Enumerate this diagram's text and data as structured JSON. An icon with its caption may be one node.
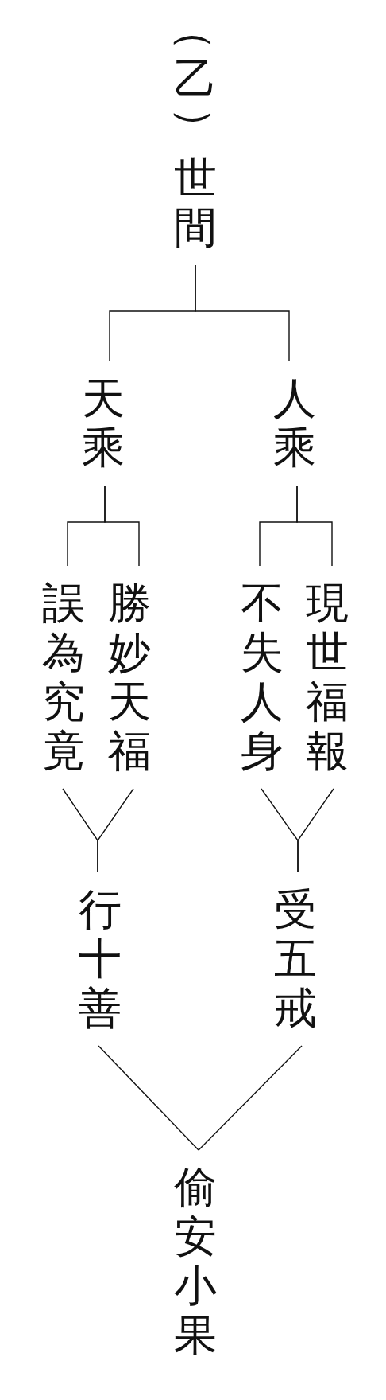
{
  "diagram": {
    "title": "（乙）",
    "nodes": [
      {
        "text": [
          "世間"
        ]
      },
      {
        "text": [
          "天乘"
        ]
      },
      {
        "text": [
          "人乘"
        ]
      },
      {
        "text": [
          "誤為究竟"
        ]
      },
      {
        "text": [
          "勝妙天福"
        ]
      },
      {
        "text": [
          "不失人身"
        ]
      },
      {
        "text": [
          "現世福報"
        ]
      },
      {
        "text": [
          "行十善"
        ]
      },
      {
        "text": [
          "受五戒"
        ]
      },
      {
        "text": [
          "偷安小果"
        ]
      }
    ],
    "edges": [
      {
        "from": 0,
        "to": 1,
        "arrow": "none"
      },
      {
        "from": 0,
        "to": 2,
        "arrow": "none"
      },
      {
        "from": 1,
        "to": 3,
        "arrow": "none"
      },
      {
        "from": 1,
        "to": 4,
        "arrow": "none"
      },
      {
        "from": 2,
        "to": 5,
        "arrow": "none"
      },
      {
        "from": 2,
        "to": 6,
        "arrow": "none"
      },
      {
        "from": 3,
        "to": 7,
        "arrow": "none"
      },
      {
        "from": 4,
        "to": 7,
        "arrow": "none"
      },
      {
        "from": 5,
        "to": 8,
        "arrow": "none"
      },
      {
        "from": 6,
        "to": 8,
        "arrow": "none"
      },
      {
        "from": 7,
        "to": 9,
        "arrow": "none"
      },
      {
        "from": 8,
        "to": 9,
        "arrow": "none"
      }
    ]
  }
}
